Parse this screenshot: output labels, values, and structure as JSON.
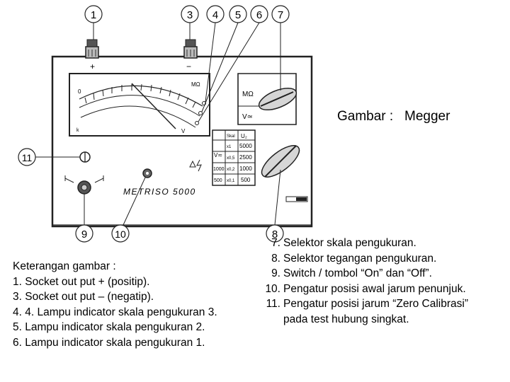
{
  "caption": "Gambar :   Megger",
  "callouts": [
    "1",
    "3",
    "4",
    "5",
    "6",
    "7",
    "11",
    "9",
    "10",
    "8"
  ],
  "device": {
    "brand": "METRISO 5000",
    "plus_sign": "+",
    "minus_sign": "−",
    "scale_unit": "MΩ",
    "scale_left": "0",
    "scale_bottom_left": "k",
    "scale_right": "V",
    "window_top_label": "MΩ",
    "window_bottom_label": "V≃",
    "table_header": [
      "Skal",
      "U₂"
    ],
    "table_rows": [
      [
        "x1",
        "5000"
      ],
      [
        "x0,5",
        "2500"
      ],
      [
        "x0,2",
        "1000"
      ],
      [
        "x0,1",
        "500"
      ]
    ],
    "table_left": [
      "V≂",
      "1000",
      "500"
    ]
  },
  "legend_left": {
    "title": "Keterangan gambar :",
    "items": [
      "1.  Socket out put + (positip).",
      "3.  Socket out put – (negatip).",
      "4.  4. Lampu indicator skala pengukuran 3.",
      "5. Lampu indicator skala pengukuran 2.",
      "6. Lampu indicator skala pengukuran 1."
    ]
  },
  "legend_right": {
    "items": [
      {
        "num": "7.",
        "text": "Selektor skala pengukuran."
      },
      {
        "num": "8.",
        "text": "Selektor tegangan pengukuran."
      },
      {
        "num": "9.",
        "text": "Switch / tombol “On” dan “Off”."
      },
      {
        "num": "10.",
        "text": "Pengatur posisi awal jarum penunjuk."
      },
      {
        "num": "11.",
        "text": "Pengatur posisi jarum  “Zero Calibrasi”"
      }
    ],
    "continuation": "pada test hubung singkat."
  }
}
